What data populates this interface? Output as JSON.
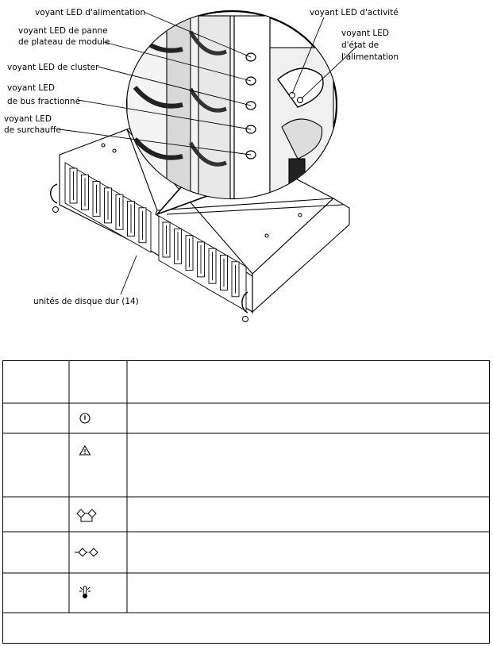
{
  "figure": {
    "callouts": {
      "power_led": "voyant LED d'alimentation",
      "panel_fault_led_1": "voyant LED de panne",
      "panel_fault_led_2": "de plateau de module",
      "cluster_led": "voyant LED de cluster",
      "split_bus_led_1": "voyant LED",
      "split_bus_led_2": "de bus fractionné",
      "overheat_led_1": "voyant LED",
      "overheat_led_2": "de surchauffe",
      "activity_led": "voyant LED d'activité",
      "status_led_1": "voyant LED",
      "status_led_2": "d'état de",
      "status_led_3": "l'alimentation",
      "drives": "unités de disque dur (14)"
    }
  },
  "table": {
    "rows": [
      {
        "icon": "",
        "row_type": "header"
      },
      {
        "icon": "power-icon",
        "row_type": "body"
      },
      {
        "icon": "warning-icon",
        "row_type": "body"
      },
      {
        "icon": "cluster-icon",
        "row_type": "body"
      },
      {
        "icon": "split-bus-icon",
        "row_type": "body"
      },
      {
        "icon": "thermometer-icon",
        "row_type": "body"
      },
      {
        "icon": "",
        "row_type": "footer"
      }
    ]
  }
}
